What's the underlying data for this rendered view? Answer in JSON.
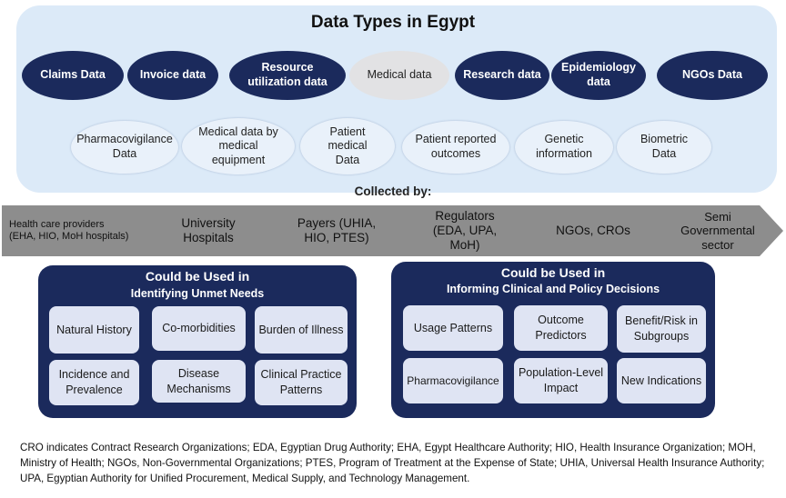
{
  "title": "Data Types in Egypt",
  "data_types_row1": [
    "Claims Data",
    "Invoice data",
    "Resource utilization data",
    "Medical data",
    "Research data",
    "Epidemiology data",
    "NGOs Data"
  ],
  "data_types_row2": [
    "Pharmacovigilance Data",
    "Medical data by medical equipment",
    "Patient medical Data",
    "Patient reported outcomes",
    "Genetic information",
    "Biometric Data"
  ],
  "collected_label": "Collected by:",
  "collectors": [
    "Health care providers (EHA, HIO, MoH hospitals)",
    "University Hospitals",
    "Payers (UHIA, HIO, PTES)",
    "Regulators (EDA, UPA, MoH)",
    "NGOs, CROs",
    "Semi Governmental sector"
  ],
  "uses_left": {
    "heading": "Could be Used in",
    "subheading": "Identifying Unmet Needs",
    "items": [
      "Natural History",
      "Co-morbidities",
      "Burden of Illness",
      "Incidence and Prevalence",
      "Disease Mechanisms",
      "Clinical Practice Patterns"
    ]
  },
  "uses_right": {
    "heading": "Could be Used in",
    "subheading": "Informing Clinical and Policy Decisions",
    "items": [
      "Usage Patterns",
      "Outcome Predictors",
      "Benefit/Risk in Subgroups",
      "Pharmacovigilance",
      "Population-Level Impact",
      "New Indications"
    ]
  },
  "footnote": "CRO indicates Contract Research Organizations; EDA, Egyptian Drug Authority; EHA, Egypt Healthcare Authority; HIO, Health Insurance Organization; MOH, Ministry of Health; NGOs, Non-Governmental Organizations; PTES, Program of Treatment at the Expense of State; UHIA, Universal Health Insurance Authority; UPA, Egyptian Authority for Unified Procurement, Medical Supply, and Technology Management."
}
